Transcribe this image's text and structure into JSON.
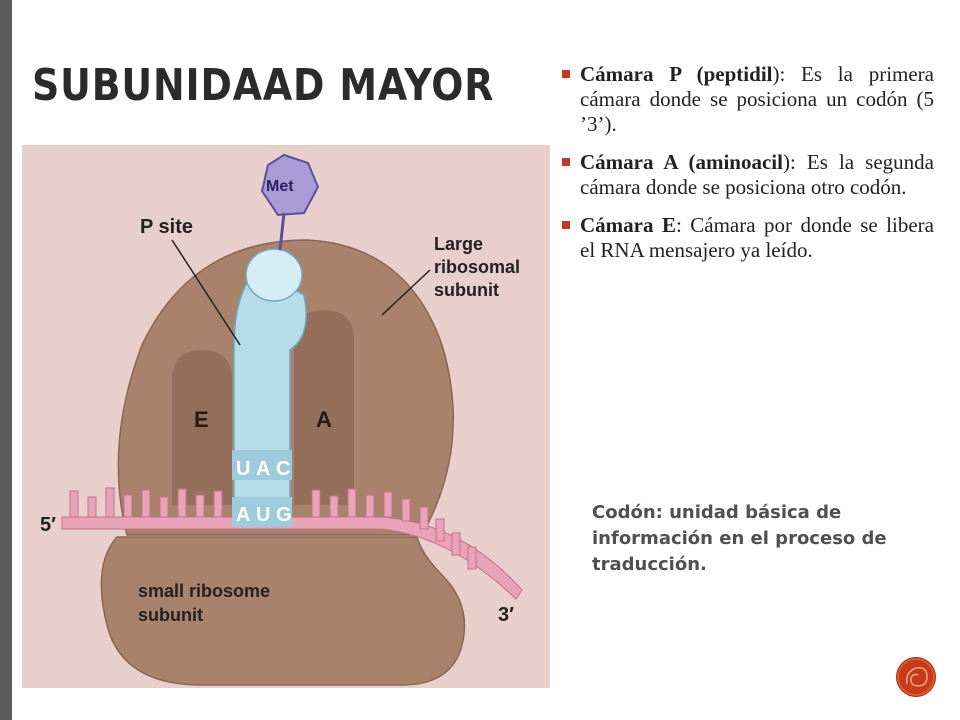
{
  "slide": {
    "title": "SUBUNIDAAD MAYOR",
    "bullets": [
      {
        "term": "Cámara P (peptidil",
        "rest": "): Es la primera cámara donde se posiciona un codón (5 ’3’)."
      },
      {
        "term": "Cámara A (aminoacil",
        "rest": "): Es la segunda cámara donde se posiciona otro codón."
      },
      {
        "term": "Cámara E",
        "rest": ": Cámara por donde se libera el RNA mensajero ya leído."
      }
    ],
    "note": "Codón: unidad básica de información en el proceso de traducción.",
    "accent_color": "#c0392b"
  },
  "diagram": {
    "labels": {
      "met": "Met",
      "p_site": "P site",
      "large_1": "Large",
      "large_2": "ribosomal",
      "large_3": "subunit",
      "e_site": "E",
      "a_site": "A",
      "anticodon": [
        "U",
        "A",
        "C"
      ],
      "codon": [
        "A",
        "U",
        "G"
      ],
      "five_prime": "5′",
      "three_prime": "3′",
      "small_1": "small ribosome",
      "small_2": "subunit"
    },
    "colors": {
      "background": "#e8cfcb",
      "ribosome": "#a9826c",
      "ribosome_dark": "#8a6552",
      "trna": "#b5dce8",
      "met": "#a89bd6",
      "mrna": "#e9a3b8"
    }
  }
}
